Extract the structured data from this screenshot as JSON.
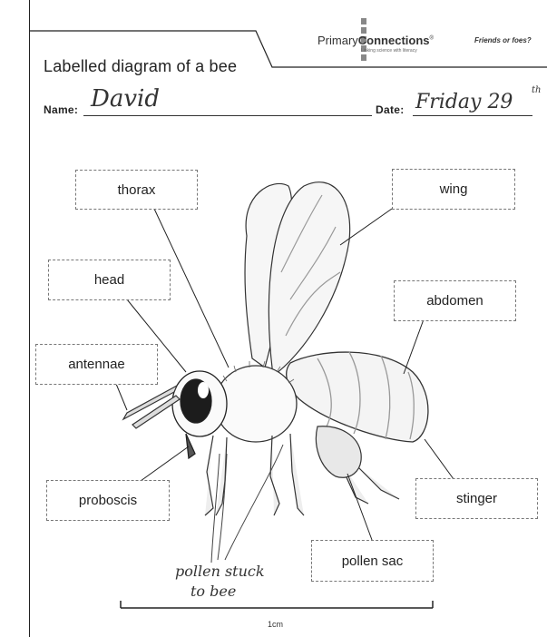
{
  "header": {
    "title": "Labelled diagram of a bee",
    "brand_primary": "Primary",
    "brand_connections": "Connections",
    "brand_tagline": "Linking science with literacy",
    "unit_name": "Friends or foes?"
  },
  "fields": {
    "name_label": "Name:",
    "name_value": "David",
    "date_label": "Date:",
    "date_value": "Friday 29",
    "date_suffix": "th"
  },
  "labels": {
    "thorax": "thorax",
    "wing": "wing",
    "head": "head",
    "abdomen": "abdomen",
    "antennae": "antennae",
    "proboscis": "proboscis",
    "stinger": "stinger",
    "pollen_sac": "pollen sac"
  },
  "annotation": {
    "line1": "pollen stuck",
    "line2": "to bee"
  },
  "scale": {
    "label": "1cm"
  }
}
